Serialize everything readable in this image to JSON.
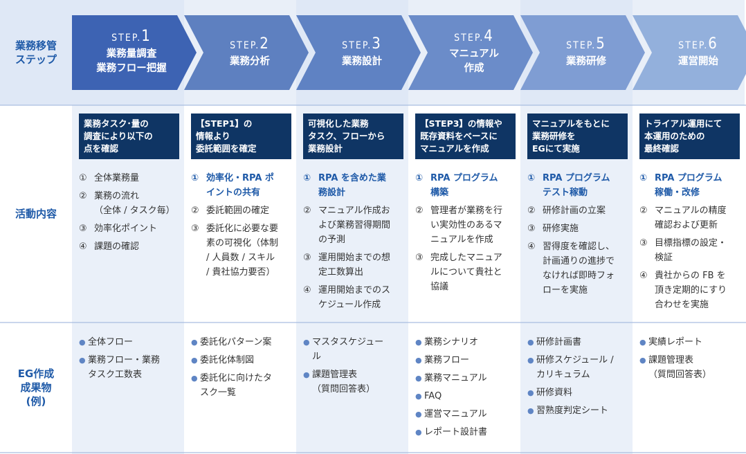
{
  "row_labels": {
    "steps": "業務移管\nステップ",
    "activities": "活動内容",
    "deliverables": "EG作成\n成果物\n(例)"
  },
  "colors": {
    "step_fills": [
      "#3d63b3",
      "#5e80c0",
      "#5f82c3",
      "#6b8cc9",
      "#7f9dd3",
      "#93b0dc"
    ],
    "header_box": "#0f3564",
    "highlight_text": "#1f5aa8",
    "column_tint": "#eaf0f9"
  },
  "steps": [
    {
      "step_prefix": "STEP.",
      "step_number": "1",
      "title_lines": [
        "業務量調査",
        "業務フロー把握"
      ],
      "header": [
        "業務タスク･量の",
        "調査により以下の",
        "点を確認"
      ],
      "activities": [
        {
          "num": "①",
          "text": "全体業務量",
          "highlight": false
        },
        {
          "num": "②",
          "text": "業務の流れ\n（全体 / タスク毎）",
          "highlight": false
        },
        {
          "num": "③",
          "text": "効率化ポイント",
          "highlight": false
        },
        {
          "num": "④",
          "text": "課題の確認",
          "highlight": false
        }
      ],
      "deliverables": [
        "全体フロー",
        "業務フロー・業務\nタスク工数表"
      ]
    },
    {
      "step_prefix": "STEP.",
      "step_number": "2",
      "title_lines": [
        "業務分析"
      ],
      "header": [
        "【STEP1】の",
        "情報より",
        "委託範囲を確定"
      ],
      "activities": [
        {
          "num": "①",
          "text": "効率化・RPA ポ\nイントの共有",
          "highlight": true
        },
        {
          "num": "②",
          "text": "委託範囲の確定",
          "highlight": false
        },
        {
          "num": "③",
          "text": "委託化に必要な要\n素の可視化（体制\n/ 人員数 / スキル\n/ 貴社協力要否）",
          "highlight": false
        }
      ],
      "deliverables": [
        "委託化パターン案",
        "委託化体制図",
        "委託化に向けたタ\nスク一覧"
      ]
    },
    {
      "step_prefix": "STEP.",
      "step_number": "3",
      "title_lines": [
        "業務設計"
      ],
      "header": [
        "可視化した業務",
        "タスク、フローから",
        "業務設計"
      ],
      "activities": [
        {
          "num": "①",
          "text": "RPA を含めた業\n務設計",
          "highlight": true
        },
        {
          "num": "②",
          "text": "マニュアル作成お\nよび業務習得期間\nの予測",
          "highlight": false
        },
        {
          "num": "③",
          "text": "運用開始までの想\n定工数算出",
          "highlight": false
        },
        {
          "num": "④",
          "text": "運用開始までのス\nケジュール作成",
          "highlight": false
        }
      ],
      "deliverables": [
        "マスタスケジュー\nル",
        "課題管理表\n（質問回答表）"
      ]
    },
    {
      "step_prefix": "STEP.",
      "step_number": "4",
      "title_lines": [
        "マニュアル",
        "作成"
      ],
      "header": [
        "【STEP3】の情報や",
        "既存資料をベースに",
        "マニュアルを作成"
      ],
      "activities": [
        {
          "num": "①",
          "text": "RPA プログラム\n構築",
          "highlight": true
        },
        {
          "num": "②",
          "text": "管理者が業務を行\nい実効性のあるマ\nニュアルを作成",
          "highlight": false
        },
        {
          "num": "③",
          "text": "完成したマニュア\nルについて貴社と\n協議",
          "highlight": false
        }
      ],
      "deliverables": [
        "業務シナリオ",
        "業務フロー",
        "業務マニュアル",
        "FAQ",
        "運営マニュアル",
        "レポート設計書"
      ]
    },
    {
      "step_prefix": "STEP.",
      "step_number": "5",
      "title_lines": [
        "業務研修"
      ],
      "header": [
        "マニュアルをもとに",
        "業務研修を",
        "EGにて実施"
      ],
      "activities": [
        {
          "num": "①",
          "text": "RPA プログラム\nテスト稼動",
          "highlight": true
        },
        {
          "num": "②",
          "text": "研修計画の立案",
          "highlight": false
        },
        {
          "num": "③",
          "text": "研修実施",
          "highlight": false
        },
        {
          "num": "④",
          "text": "習得度を確認し、\n計画通りの進捗で\nなければ即時フォ\nローを実施",
          "highlight": false
        }
      ],
      "deliverables": [
        "研修計画書",
        "研修スケジュール /\nカリキュラム",
        "研修資料",
        "習熟度判定シート"
      ]
    },
    {
      "step_prefix": "STEP.",
      "step_number": "6",
      "title_lines": [
        "運営開始"
      ],
      "header": [
        "トライアル運用にて",
        "本運用のための",
        "最終確認"
      ],
      "activities": [
        {
          "num": "①",
          "text": "RPA プログラム\n稼働・改修",
          "highlight": true
        },
        {
          "num": "②",
          "text": "マニュアルの精度\n確認および更新",
          "highlight": false
        },
        {
          "num": "③",
          "text": "目標指標の設定・\n検証",
          "highlight": false
        },
        {
          "num": "④",
          "text": "貴社からの FB を\n頂き定期的にすり\n合わせを実施",
          "highlight": false
        }
      ],
      "deliverables": [
        "実績レポート",
        "課題管理表\n（質問回答表）"
      ]
    }
  ]
}
